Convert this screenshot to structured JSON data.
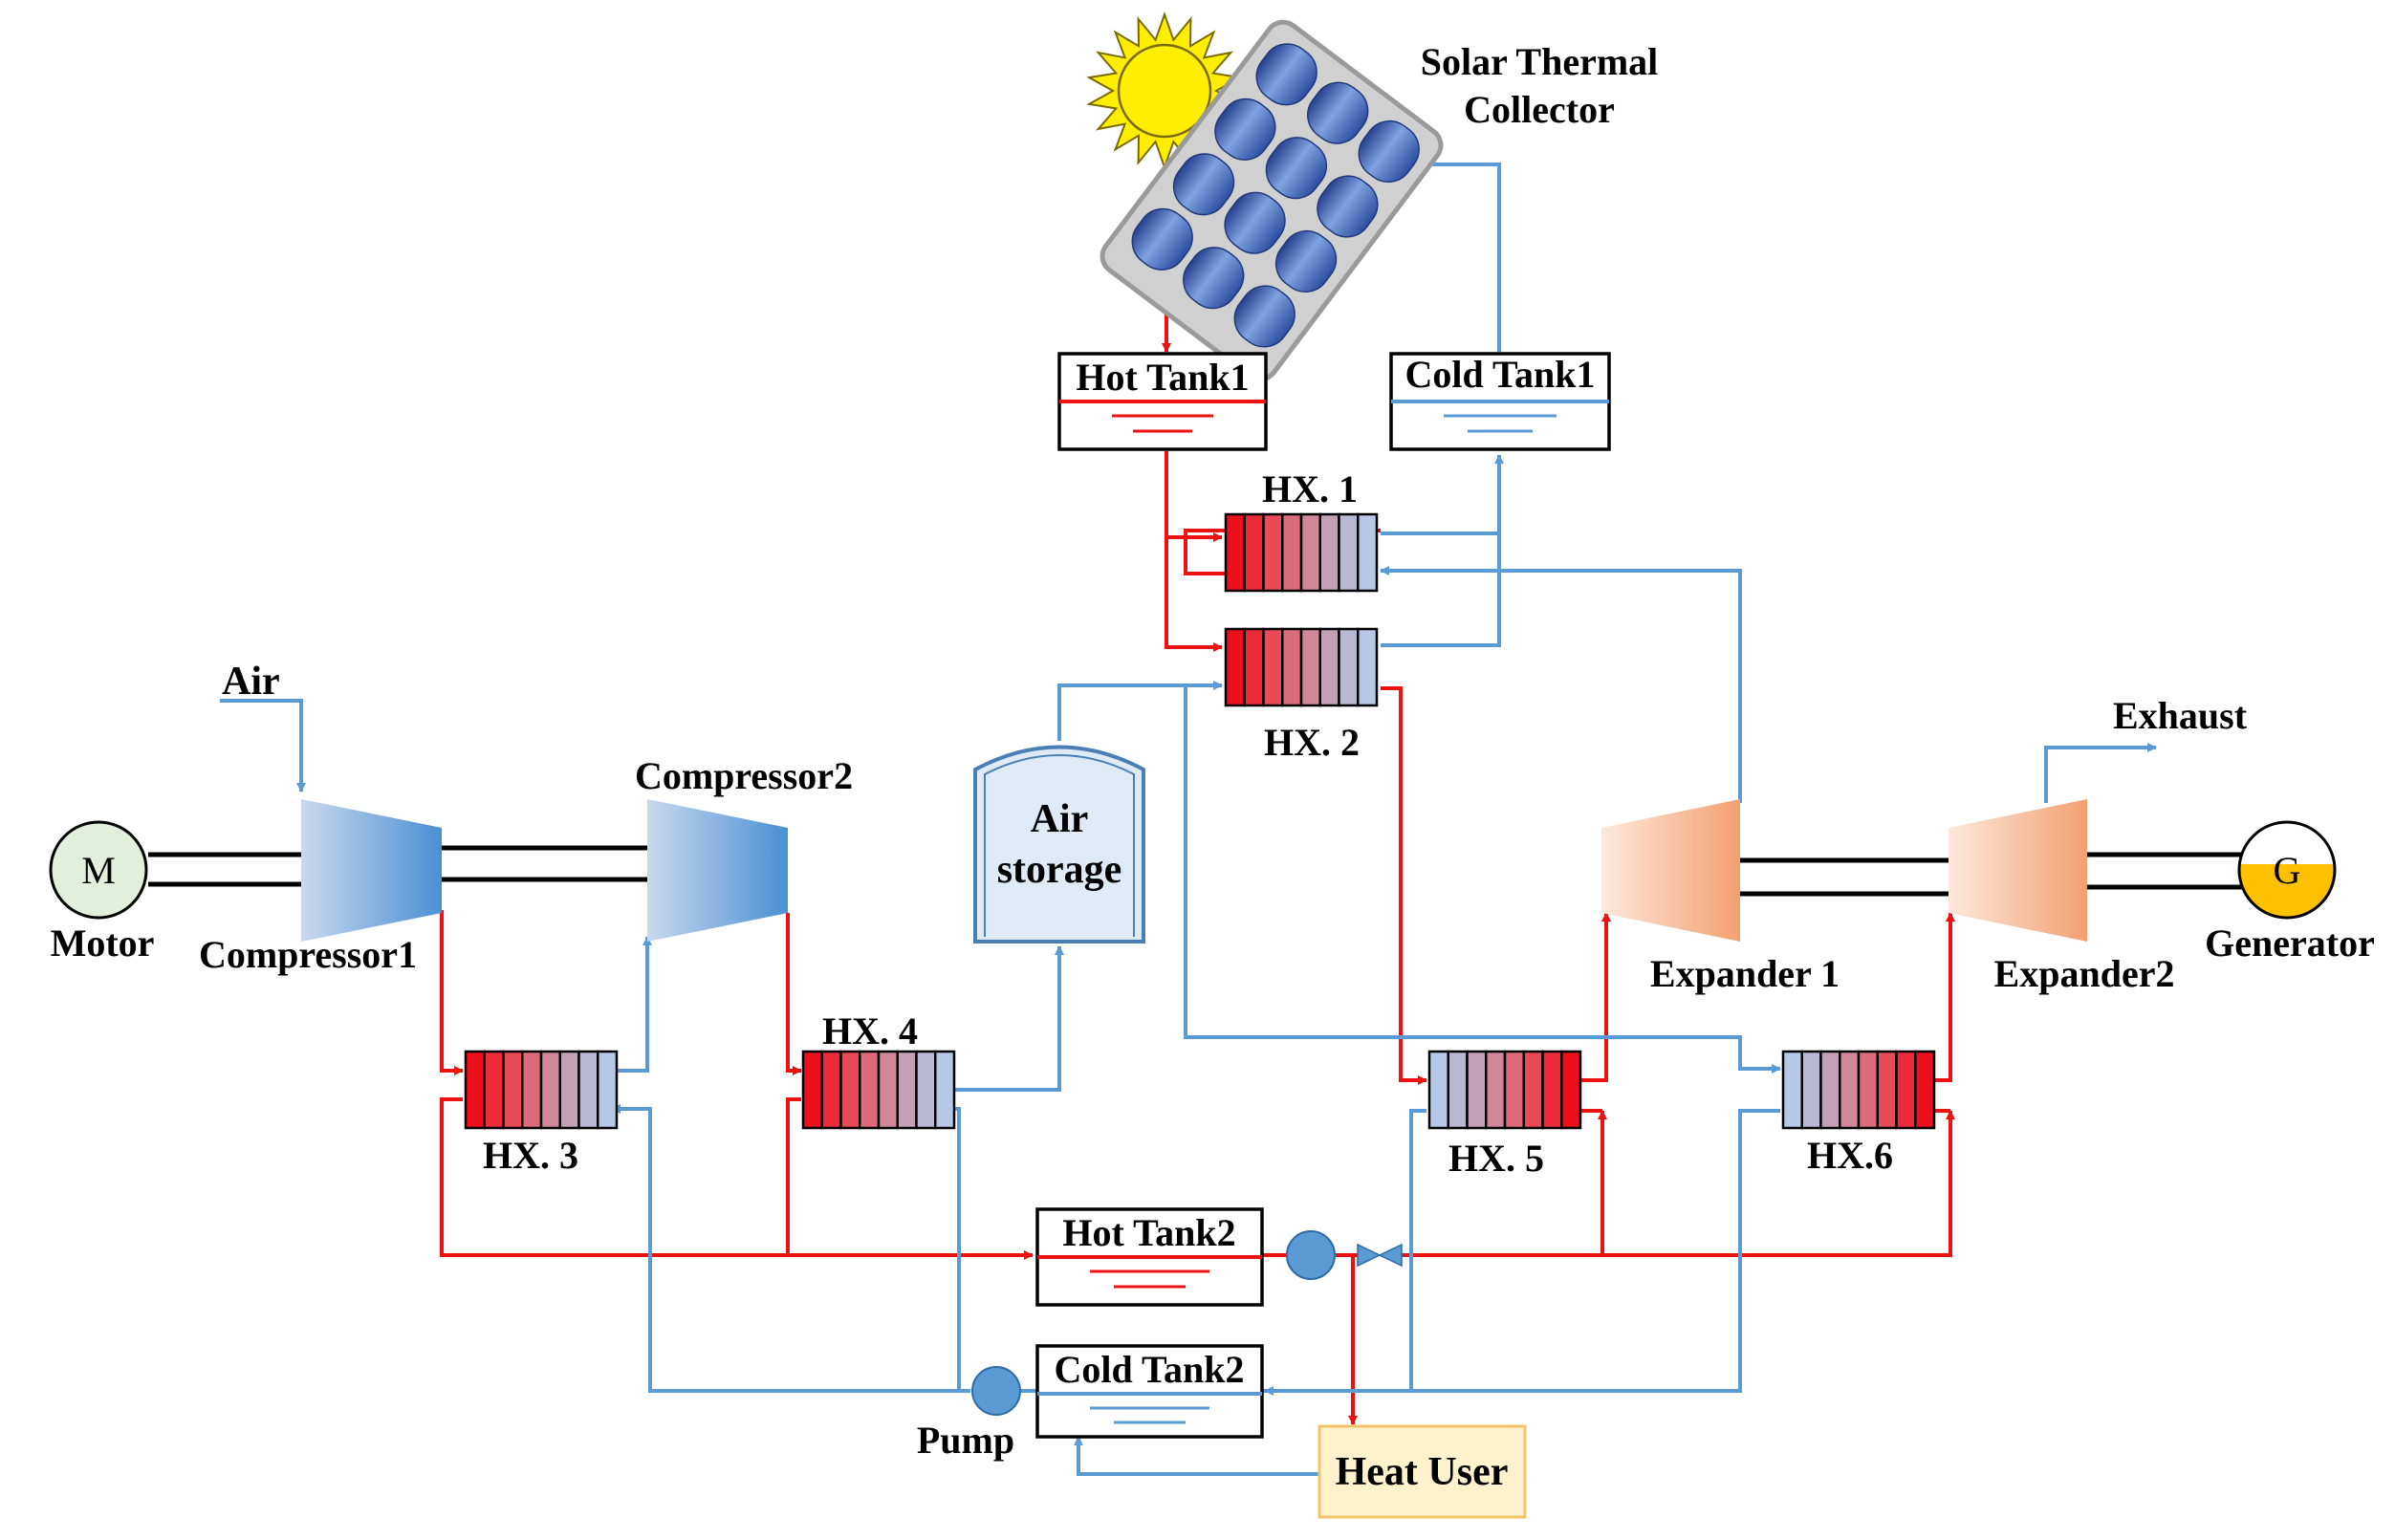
{
  "labels": {
    "solar_collector": [
      "Solar Thermal",
      "Collector"
    ],
    "hot_tank1": "Hot Tank1",
    "cold_tank1": "Cold Tank1",
    "hot_tank2": "Hot Tank2",
    "cold_tank2": "Cold Tank2",
    "hx1": "HX. 1",
    "hx2": "HX. 2",
    "hx3": "HX. 3",
    "hx4": "HX. 4",
    "hx5": "HX. 5",
    "hx6": "HX.6",
    "air": "Air",
    "exhaust": "Exhaust",
    "motor_symbol": "M",
    "motor": "Motor",
    "generator_symbol": "G",
    "generator": "Generator",
    "compressor1": "Compressor1",
    "compressor2": "Compressor2",
    "air_storage": [
      "Air",
      "storage"
    ],
    "expander1": "Expander 1",
    "expander2": "Expander2",
    "pump": "Pump",
    "heat_user": "Heat User"
  },
  "colors": {
    "hot_line": "#ee1111",
    "cold_line": "#5b9bd5",
    "compressor": "#5b9bd5",
    "expander": "#f4a77e",
    "heat_user_fill": "#fff2cc",
    "sun": "#ffee00",
    "motor_fill": "#e2efda",
    "generator_oil": "#ffc000"
  }
}
